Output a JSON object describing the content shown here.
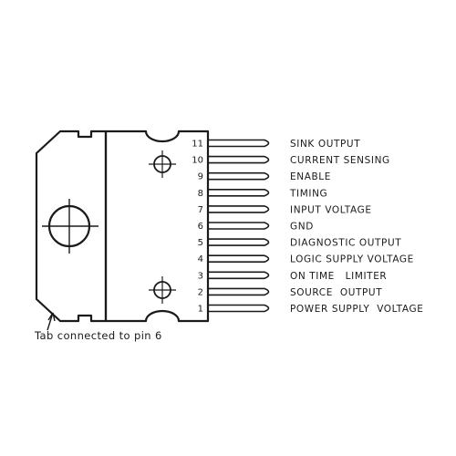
{
  "pins": [
    {
      "number": "11",
      "label": "SINK OUTPUT"
    },
    {
      "number": "10",
      "label": "CURRENT SENSING"
    },
    {
      "number": "9",
      "label": "ENABLE"
    },
    {
      "number": "8",
      "label": "TIMING"
    },
    {
      "number": "7",
      "label": "INPUT VOLTAGE"
    },
    {
      "number": "6",
      "label": "GND"
    },
    {
      "number": "5",
      "label": "DIAGNOSTIC OUTPUT"
    },
    {
      "number": "4",
      "label": "LOGIC SUPPLY VOLTAGE"
    },
    {
      "number": "3",
      "label": "ON TIME   LIMITER"
    },
    {
      "number": "2",
      "label": "SOURCE  OUTPUT"
    },
    {
      "number": "1",
      "label": "POWER SUPPLY  VOLTAGE"
    }
  ],
  "caption": "Tab connected to pin 6",
  "colors": {
    "ink": "#1a1a1a",
    "background": "#ffffff"
  }
}
